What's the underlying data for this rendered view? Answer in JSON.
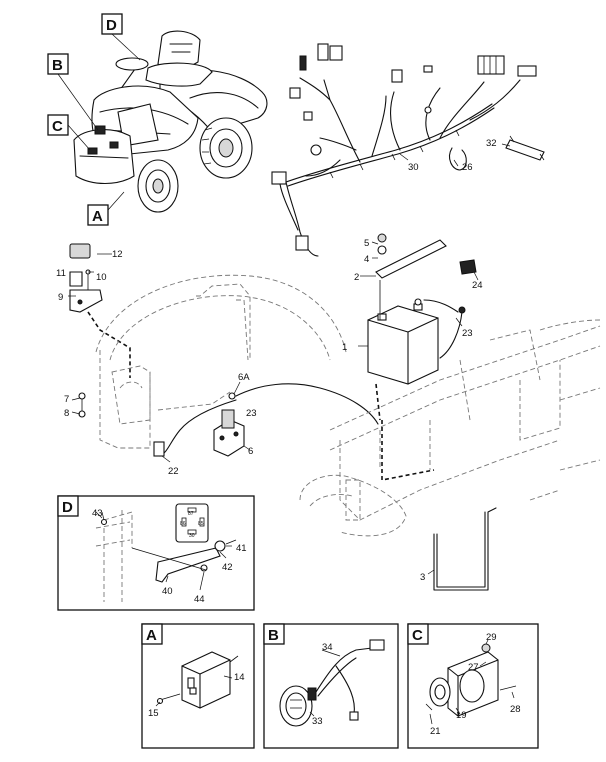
{
  "callouts": {
    "A": "A",
    "B": "B",
    "C": "C",
    "D": "D"
  },
  "parts": {
    "p1": "1",
    "p2": "2",
    "p3": "3",
    "p4": "4",
    "p5": "5",
    "p6": "6",
    "p6A": "6A",
    "p7": "7",
    "p8": "8",
    "p9": "9",
    "p10": "10",
    "p11": "11",
    "p12": "12",
    "p14": "14",
    "p15": "15",
    "p19": "19",
    "p21": "21",
    "p22": "22",
    "p23a": "23",
    "p23b": "23",
    "p24": "24",
    "p26": "26",
    "p27": "27",
    "p28": "28",
    "p29": "29",
    "p30": "30",
    "p32": "32",
    "p33": "33",
    "p34": "34",
    "p40": "40",
    "p41": "41",
    "p42": "42",
    "p43": "43",
    "p44": "44"
  },
  "relay_pins": {
    "top": "87",
    "left": "86",
    "right": "85",
    "bottom": "30"
  }
}
